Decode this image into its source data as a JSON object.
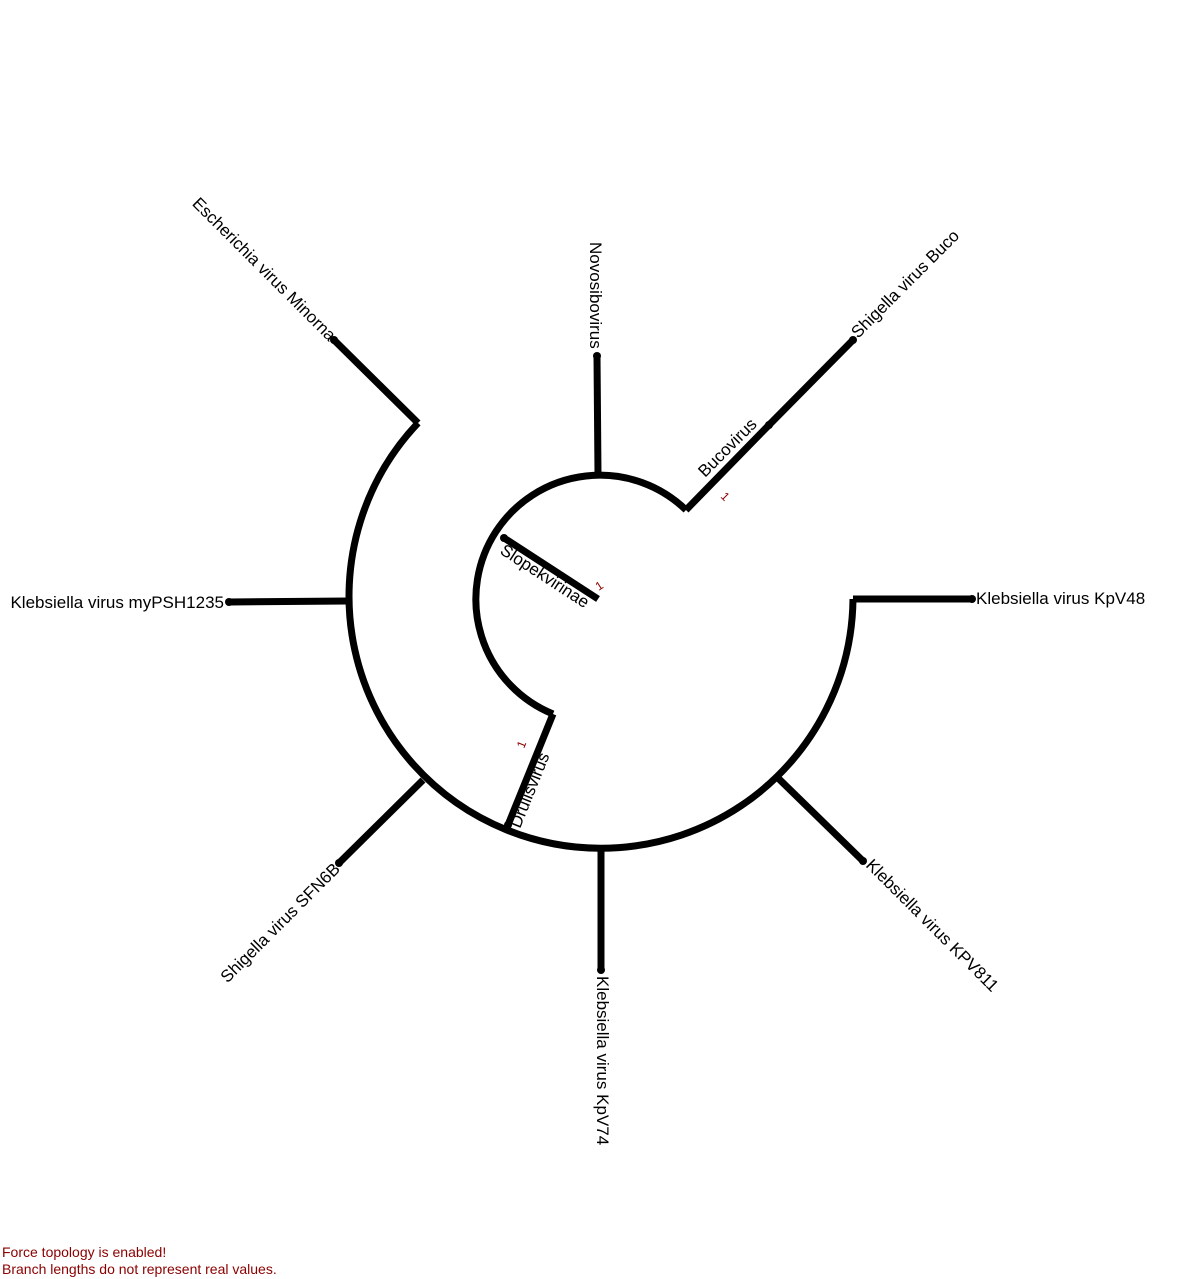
{
  "tree": {
    "leaves": [
      {
        "id": "kpv48",
        "label": "Klebsiella virus KpV48"
      },
      {
        "id": "buco",
        "label": "Shigella virus Buco"
      },
      {
        "id": "novo",
        "label": "Novosibovirus"
      },
      {
        "id": "minorna",
        "label": "Escherichia virus Minorna"
      },
      {
        "id": "mypsh",
        "label": "Klebsiella virus myPSH1235"
      },
      {
        "id": "sfn6b",
        "label": "Shigella virus SFN6B"
      },
      {
        "id": "kpv74",
        "label": "Klebsiella virus KpV74"
      },
      {
        "id": "kpv811",
        "label": "Klebsiella virus KPV811"
      }
    ],
    "clades": [
      {
        "id": "slopekvirinae",
        "label": "Slopekvirinae",
        "support": "1"
      },
      {
        "id": "bucovirus",
        "label": "Bucovirus",
        "support": "1"
      },
      {
        "id": "drulisvirus",
        "label": "Drulisvirus",
        "support": "1"
      }
    ]
  },
  "footer": {
    "line1": "Force topology is enabled!",
    "line2": "Branch lengths do not represent real values."
  }
}
